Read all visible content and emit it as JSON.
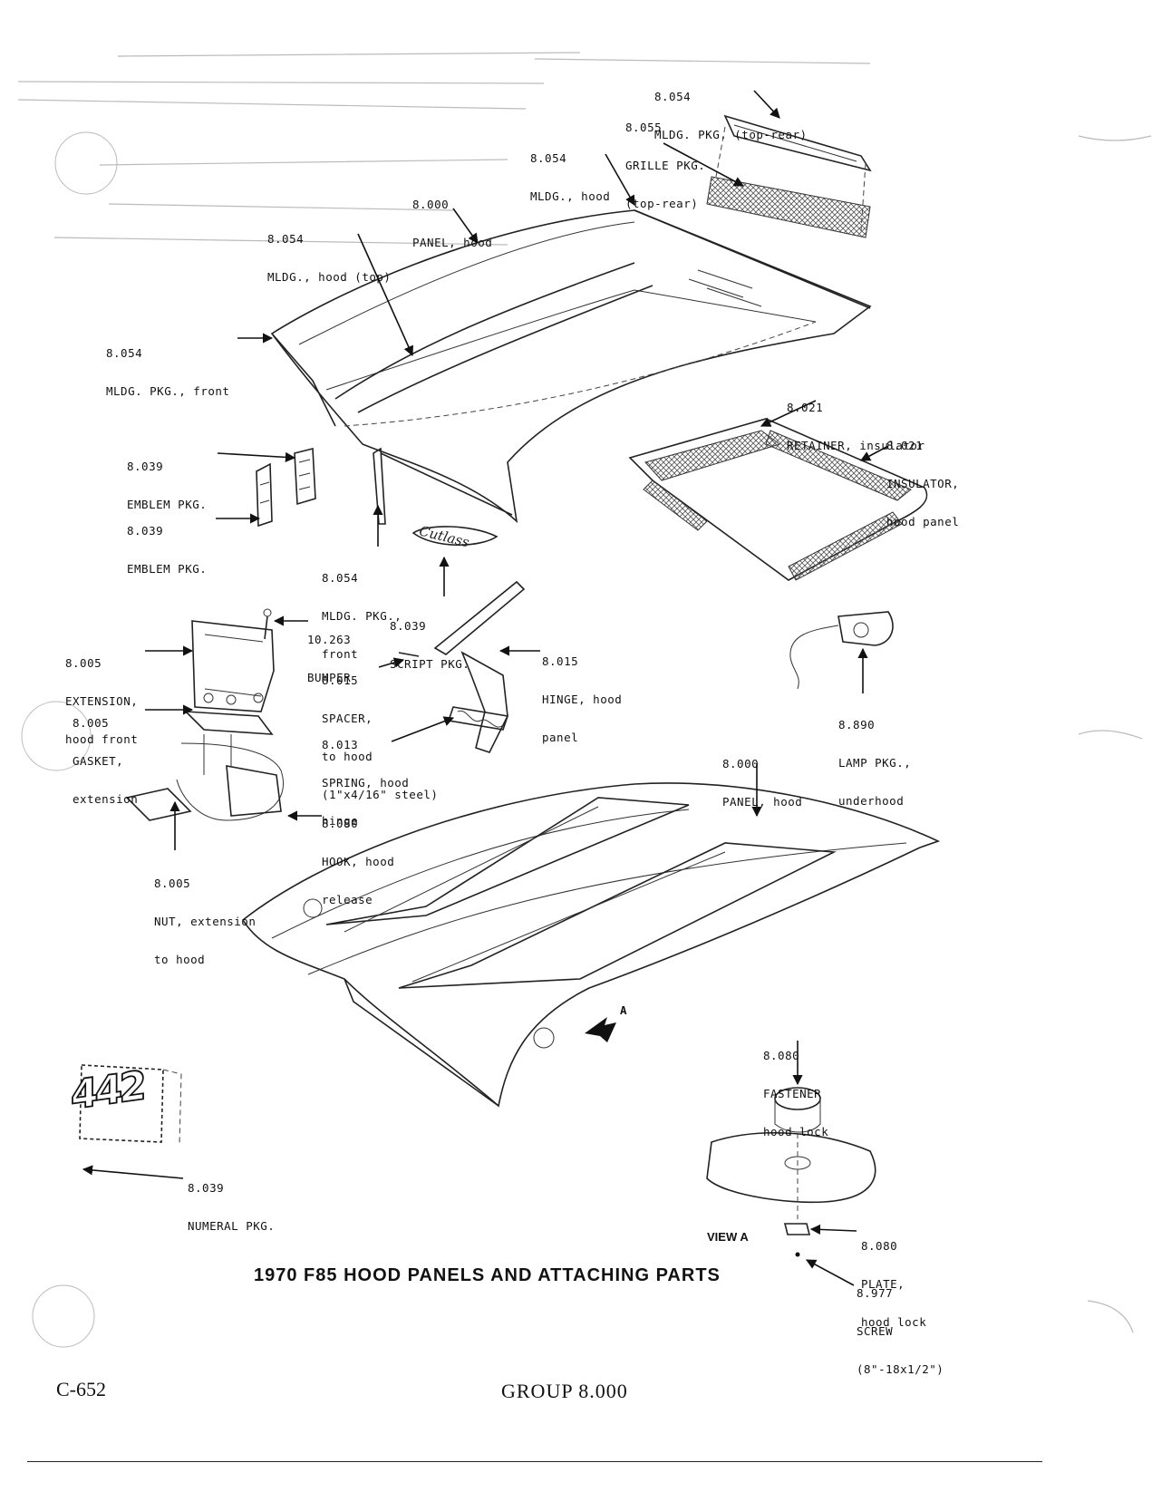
{
  "title": "1970 F85 HOOD PANELS AND ATTACHING PARTS",
  "view_label": "VIEW A",
  "arrow_marker": "A",
  "page_number": "C-652",
  "group": "GROUP 8.000",
  "labels": {
    "mldg_pkg_top_rear": [
      "8.054",
      "MLDG. PKG. (top-rear)"
    ],
    "grille_pkg": [
      "8.055",
      "GRILLE PKG.",
      "(top-rear)"
    ],
    "mldg_hood": [
      "8.054",
      "MLDG., hood"
    ],
    "panel_hood_top": [
      "8.000",
      "PANEL, hood"
    ],
    "mldg_hood_top": [
      "8.054",
      "MLDG., hood (top)"
    ],
    "mldg_pkg_front_1": [
      "8.054",
      "MLDG. PKG., front"
    ],
    "retainer_insulator": [
      "8.021",
      "RETAINER, insulator"
    ],
    "insulator_hood_panel": [
      "8.021",
      "INSULATOR,",
      "hood panel"
    ],
    "emblem_pkg_1": [
      "8.039",
      "EMBLEM PKG."
    ],
    "emblem_pkg_2": [
      "8.039",
      "EMBLEM PKG."
    ],
    "mldg_pkg_front_2": [
      "8.054",
      "MLDG. PKG.,",
      "front"
    ],
    "script_pkg": [
      "8.039",
      "SCRIPT PKG."
    ],
    "bumper": [
      "10.263",
      "BUMPER"
    ],
    "extension_hood_front": [
      "8.005",
      "EXTENSION,",
      "hood front"
    ],
    "spacer": [
      "8.015",
      "SPACER,",
      "to hood",
      "(1\"x4/16\" steel)"
    ],
    "hinge_hood_panel": [
      "8.015",
      "HINGE, hood",
      "panel"
    ],
    "gasket_extension": [
      "8.005",
      "GASKET,",
      "extension"
    ],
    "spring_hood_hinge": [
      "8.013",
      "SPRING, hood",
      "hinge"
    ],
    "lamp_pkg": [
      "8.890",
      "LAMP PKG.,",
      "underhood"
    ],
    "panel_hood_lower": [
      "8.000",
      "PANEL, hood"
    ],
    "hook_hood_release": [
      "8.080",
      "HOOK, hood",
      "release"
    ],
    "nut_extension": [
      "8.005",
      "NUT, extension",
      "to hood"
    ],
    "fastener_hood_lock": [
      "8.080",
      "FASTENER",
      "hood lock"
    ],
    "numeral_pkg": [
      "8.039",
      "NUMERAL PKG."
    ],
    "plate_hood_lock": [
      "8.080",
      "PLATE,",
      "hood lock"
    ],
    "screw": [
      "8.977",
      "SCREW",
      "(8\"-18x1/2\")"
    ]
  },
  "script_emblem_text": "Cutlass",
  "numeral_text": "442"
}
